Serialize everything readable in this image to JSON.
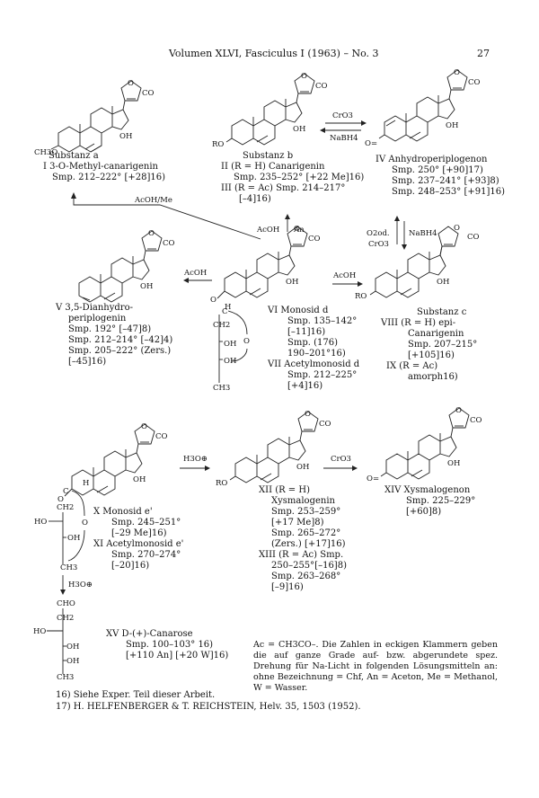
{
  "header": {
    "left": "Volumen XLVI, Fasciculus I (1963) – No. 3",
    "page": "27"
  },
  "atoms": {
    "lactone_o": "O",
    "lactone_co": "CO",
    "oh": "OH",
    "h": "H",
    "ro": "RO",
    "ch3o": "CH3O",
    "o": "O",
    "o_co": "O="
  },
  "arrows": {
    "cro3": "CrO3",
    "nabh4": "NaBH4",
    "acoh_me": "AcOH/Me",
    "acoh_an_a": "AcOH",
    "acoh_an_b": "An",
    "o2_od": "O2od.",
    "o2_cro3": "CrO3",
    "nabh4_b": "NaBH4",
    "acoh_left": "AcOH",
    "acoh_right": "AcOH",
    "h3o": "H3O⊕",
    "cro3_b": "CrO3",
    "h3o_down": "H3O⊕"
  },
  "sugar": {
    "c": "C",
    "h": "H",
    "ch2": "CH2",
    "oh1": "OH",
    "oh2": "OH",
    "o_ring": "O",
    "ho": "HO",
    "ch3": "CH3",
    "cho": "CHO"
  },
  "labels": {
    "sub_a": [
      "Substanz a",
      "I  3-O-Methyl-canarigenin",
      "Smp. 212–222° [+28]16)"
    ],
    "sub_b": [
      "Substanz b",
      "II (R = H) Canarigenin",
      "Smp. 235–252° [+22 Me]16)",
      "III (R = Ac) Smp. 214–217°",
      "[–4]16)"
    ],
    "iv": [
      "IV  Anhydroperiplogenon",
      "Smp. 250° [+90]17)",
      "Smp. 237–241° [+93]8)",
      "Smp. 248–253° [+91]16)"
    ],
    "v": [
      "V  3,5-Dianhydro-",
      "periplogenin",
      "Smp. 192° [–47]8)",
      "Smp. 212–214° [–42]4)",
      "Smp. 205–222° (Zers.)",
      "[–45]16)"
    ],
    "vi": [
      "VI  Monosid d",
      "Smp. 135–142°",
      "[–11]16)",
      "Smp. (176)",
      "190–201°16)",
      "VII  Acetylmonosid d",
      "Smp. 212–225°",
      "[+4]16)"
    ],
    "viii": [
      "Substanz c",
      "VIII (R = H) epi-",
      "Canarigenin",
      "Smp. 207–215°",
      "[+105]16)",
      "IX  (R = Ac)",
      "amorph16)"
    ],
    "x": [
      "X  Monosid e'",
      "Smp. 245–251°",
      "[–29 Me]16)",
      "XI  Acetylmonosid e'",
      "Smp. 270–274°",
      "[–20]16)"
    ],
    "xii": [
      "XII (R = H)",
      "Xysmalogenin",
      "Smp. 253–259°",
      "[+17 Me]8)",
      "Smp. 265–272°",
      "(Zers.) [+17]16)",
      "XIII (R = Ac) Smp.",
      "250–255°[–16]8)",
      "Smp. 263–268°",
      "[–9]16)"
    ],
    "xiv": [
      "XIV  Xysmalogenon",
      "Smp. 225–229°",
      "[+60]8)"
    ],
    "xv": [
      "XV  D-(+)-Canarose",
      "Smp. 100–103° 16)",
      "[+110 An] [+20 W]16)"
    ]
  },
  "note": "Ac = CH3CO–. Die Zahlen in eckigen Klammern geben die auf ganze Grade auf- bzw. abgerundete spez. Drehung für Na-Licht in folgenden Lösungsmitteln an: ohne Bezeichnung = Chf, An = Aceton, Me = Methanol, W = Wasser.",
  "footnotes": [
    "16) Siehe Exper. Teil dieser Arbeit.",
    "17) H. HELFENBERGER & T. REICHSTEIN, Helv. 35, 1503 (1952)."
  ]
}
